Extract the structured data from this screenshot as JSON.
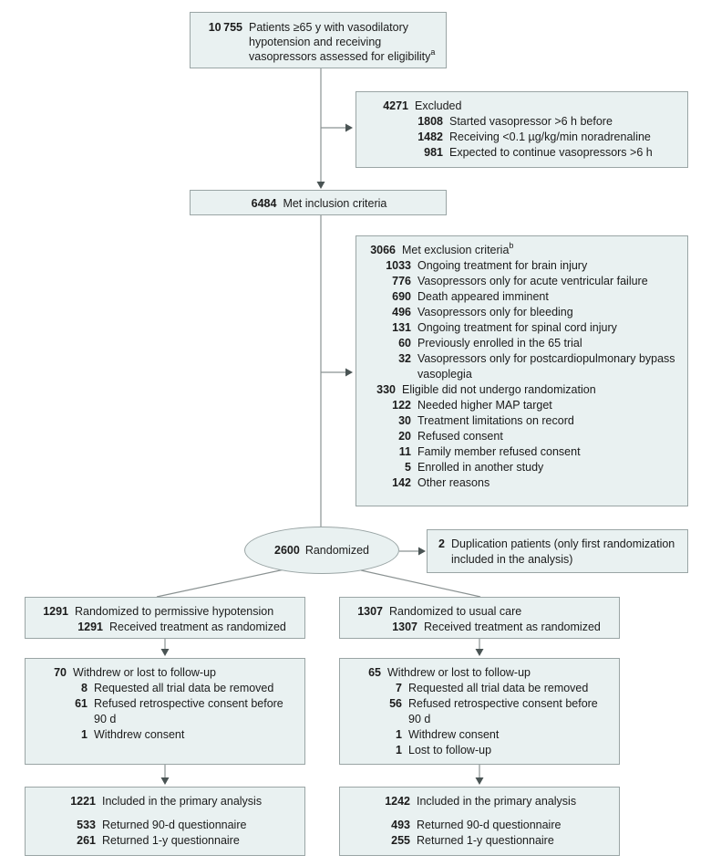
{
  "style": {
    "box_fill": "#e9f1f1",
    "box_border": "#9aa5a5",
    "line_color": "#8a9292",
    "arrowhead_color": "#4a5454",
    "text_color": "#1b1b1b"
  },
  "flow": {
    "eligibility": {
      "rows": [
        {
          "n": "10 755",
          "t": "Patients ≥65 y with vasodilatory hypotension and receiving vasopressors assessed for eligibility",
          "sup": "a",
          "lvl": 0
        }
      ]
    },
    "excluded": {
      "rows": [
        {
          "n": "4271",
          "t": "Excluded",
          "lvl": 0
        },
        {
          "n": "1808",
          "t": "Started vasopressor >6 h before",
          "lvl": 1
        },
        {
          "n": "1482",
          "t": "Receiving <0.1 µg/kg/min noradrenaline",
          "lvl": 1
        },
        {
          "n": "981",
          "t": "Expected to continue vasopressors >6 h",
          "lvl": 1
        }
      ]
    },
    "inclusion": {
      "rows": [
        {
          "n": "6484",
          "t": "Met inclusion criteria",
          "lvl": 0
        }
      ]
    },
    "exclusion": {
      "rows": [
        {
          "n": "3066",
          "t": "Met exclusion criteria",
          "sup": "b",
          "lvl": 0
        },
        {
          "n": "1033",
          "t": "Ongoing treatment for brain injury",
          "lvl": 1
        },
        {
          "n": "776",
          "t": "Vasopressors only for acute ventricular failure",
          "lvl": 1
        },
        {
          "n": "690",
          "t": "Death appeared imminent",
          "lvl": 1
        },
        {
          "n": "496",
          "t": "Vasopressors only for bleeding",
          "lvl": 1
        },
        {
          "n": "131",
          "t": "Ongoing treatment for spinal cord injury",
          "lvl": 1
        },
        {
          "n": "60",
          "t": "Previously enrolled in the 65 trial",
          "lvl": 1
        },
        {
          "n": "32",
          "t": "Vasopressors only for postcardiopulmonary bypass vasoplegia",
          "lvl": 1
        },
        {
          "n": "330",
          "t": "Eligible did not undergo randomization",
          "lvl": 0
        },
        {
          "n": "122",
          "t": "Needed higher MAP target",
          "lvl": 1
        },
        {
          "n": "30",
          "t": "Treatment limitations on record",
          "lvl": 1
        },
        {
          "n": "20",
          "t": "Refused consent",
          "lvl": 1
        },
        {
          "n": "11",
          "t": "Family member refused consent",
          "lvl": 1
        },
        {
          "n": "5",
          "t": "Enrolled in another study",
          "lvl": 1
        },
        {
          "n": "142",
          "t": "Other reasons",
          "lvl": 1
        }
      ]
    },
    "randomized": {
      "n": "2600",
      "t": "Randomized"
    },
    "duplication": {
      "rows": [
        {
          "n": "2",
          "t": "Duplication patients (only first randomization included in the analysis)",
          "lvl": 0
        }
      ]
    },
    "arm_left": {
      "rows": [
        {
          "n": "1291",
          "t": "Randomized to permissive hypotension",
          "lvl": 0
        },
        {
          "n": "1291",
          "t": "Received treatment as randomized",
          "lvl": 1
        }
      ]
    },
    "arm_right": {
      "rows": [
        {
          "n": "1307",
          "t": "Randomized to usual care",
          "lvl": 0
        },
        {
          "n": "1307",
          "t": "Received treatment as randomized",
          "lvl": 1
        }
      ]
    },
    "withdrew_left": {
      "rows": [
        {
          "n": "70",
          "t": "Withdrew or lost to follow-up",
          "lvl": 0
        },
        {
          "n": "8",
          "t": "Requested all trial data be removed",
          "lvl": 1
        },
        {
          "n": "61",
          "t": "Refused retrospective consent before 90 d",
          "lvl": 1
        },
        {
          "n": "1",
          "t": "Withdrew consent",
          "lvl": 1
        }
      ]
    },
    "withdrew_right": {
      "rows": [
        {
          "n": "65",
          "t": "Withdrew or lost to follow-up",
          "lvl": 0
        },
        {
          "n": "7",
          "t": "Requested all trial data be removed",
          "lvl": 1
        },
        {
          "n": "56",
          "t": "Refused retrospective consent before 90 d",
          "lvl": 1
        },
        {
          "n": "1",
          "t": "Withdrew consent",
          "lvl": 1
        },
        {
          "n": "1",
          "t": "Lost to follow-up",
          "lvl": 1
        }
      ]
    },
    "primary_left": {
      "rows": [
        {
          "n": "1221",
          "t": "Included in the primary analysis",
          "lvl": 0
        },
        {
          "n": "533",
          "t": "Returned 90-d questionnaire",
          "lvl": 0,
          "gap": true
        },
        {
          "n": "261",
          "t": "Returned 1-y questionnaire",
          "lvl": 0
        }
      ]
    },
    "primary_right": {
      "rows": [
        {
          "n": "1242",
          "t": "Included in the primary analysis",
          "lvl": 0
        },
        {
          "n": "493",
          "t": "Returned 90-d questionnaire",
          "lvl": 0,
          "gap": true
        },
        {
          "n": "255",
          "t": "Returned 1-y questionnaire",
          "lvl": 0
        }
      ]
    }
  }
}
